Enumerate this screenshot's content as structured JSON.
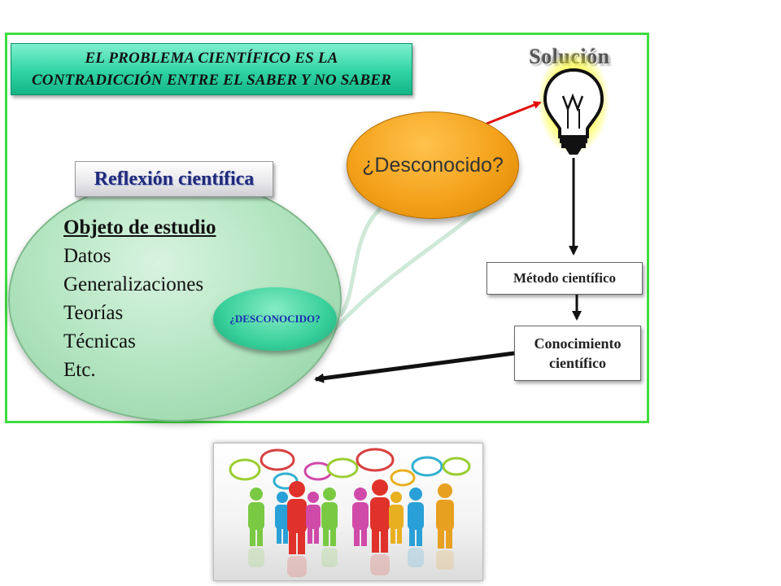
{
  "header": {
    "line1": "EL PROBLEMA CIENTÍFICO ES LA",
    "line2": "CONTRADICCIÓN ENTRE EL SABER Y NO SABER"
  },
  "solucion": {
    "title": "Solución",
    "icon": "lightbulb-icon"
  },
  "reflexion": {
    "title": "Reflexión científica",
    "items": [
      "Objeto de estudio",
      "Datos",
      "Generalizaciones",
      "Teorías",
      "Técnicas",
      "Etc."
    ]
  },
  "desconocido_small": "¿DESCONOCIDO?",
  "desconocido_big": "¿Desconocido?",
  "metodo": "Método científico",
  "conocimiento": {
    "line1": "Conocimiento",
    "line2": "científico"
  },
  "colors": {
    "frame": "#3fdc3f",
    "header": "#2fd4a4",
    "oval": "#b5e6c3",
    "orange": "#f4a21b",
    "arrow_red": "#e01010",
    "arrow_black": "#111111",
    "reflexion_text": "#1f2a7a",
    "desconocido_small_text": "#1b2fb0"
  },
  "people_image": {
    "icon": "people-speech-bubbles-image"
  }
}
